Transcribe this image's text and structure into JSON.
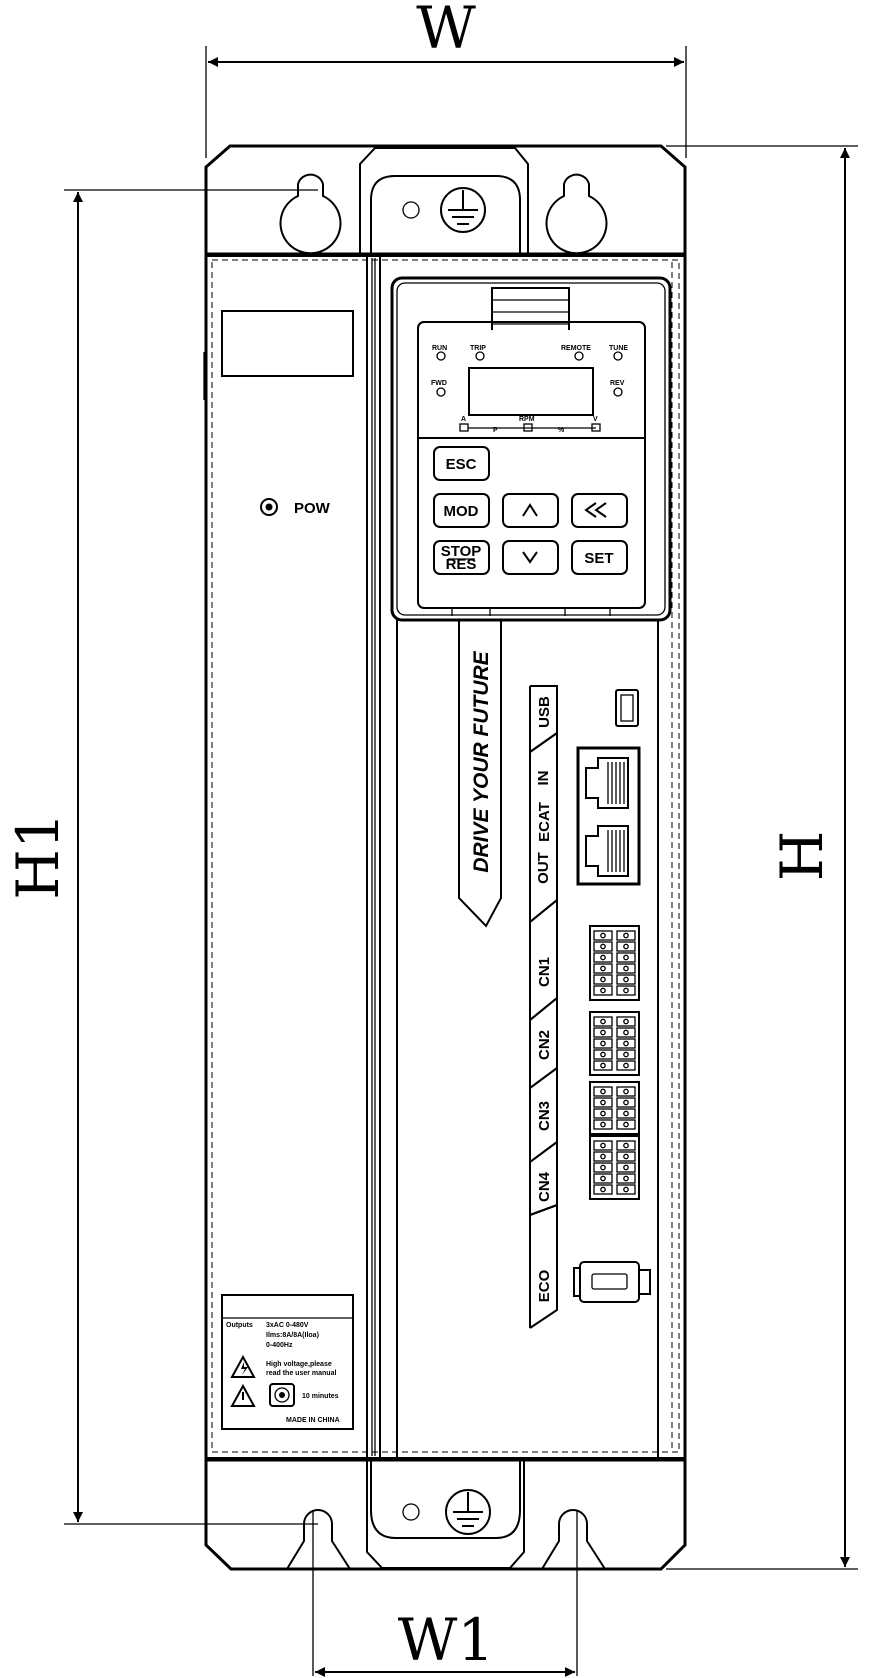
{
  "dimensions": {
    "width": "W",
    "height": "H",
    "height_1": "H1",
    "width_1": "W1"
  },
  "power_indicator": "POW",
  "keypad": {
    "leds": {
      "run": "RUN",
      "trip": "TRIP",
      "remote": "REMOTE",
      "tune": "TUNE",
      "fwd": "FWD",
      "rev": "REV"
    },
    "units": {
      "a": "A",
      "p": "P",
      "rpm": "RPM",
      "percent": "%",
      "v": "V"
    },
    "buttons": {
      "esc": "ESC",
      "mod": "MOD",
      "up": "^",
      "shift": "<<",
      "stop": "STOP",
      "res": "RES",
      "down": "v",
      "set": "SET"
    }
  },
  "slogan": "DRIVE YOUR FUTURE",
  "ports": {
    "usb": "USB",
    "ecat": "ECAT",
    "ecat_in": "IN",
    "ecat_out": "OUT",
    "cn1": "CN1",
    "cn2": "CN2",
    "cn3": "CN3",
    "cn4": "CN4",
    "eco": "ECO"
  },
  "label": {
    "outputs_title": "Outputs",
    "outputs_lines": [
      "3xAC 0-480V",
      "Ilms:8A/8A(Iloa)",
      "0-400Hz"
    ],
    "warning_lines": [
      "High voltage,please",
      "read the user manual"
    ],
    "timer_text": "10 minutes",
    "made_in": "MADE IN CHINA"
  }
}
